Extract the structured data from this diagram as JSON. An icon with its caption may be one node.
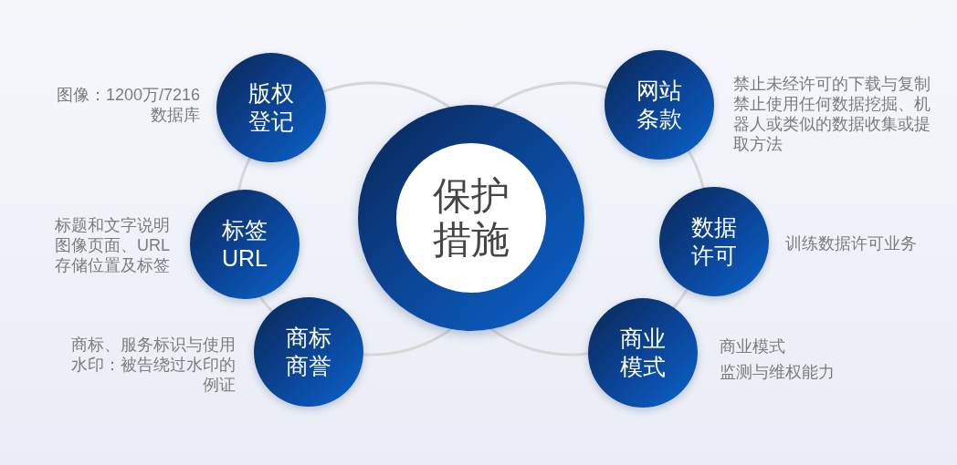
{
  "diagram": {
    "nodes": [
      {
        "text": [
          "保护措施"
        ]
      },
      {
        "text": [
          "版权登记"
        ],
        "beside": [
          "图像：1200万/7216数据库"
        ]
      },
      {
        "text": [
          "标签URL"
        ],
        "beside": [
          "标题和文字说明",
          "图像页面、URL",
          "存储位置及标签"
        ]
      },
      {
        "text": [
          "商标商誉"
        ],
        "beside": [
          "商标、服务标识与使用水印：被告绕过水印的例证"
        ]
      },
      {
        "text": [
          "网站条款"
        ],
        "beside": [
          "禁止未经许可的下载与复制",
          "禁止使用任何数据挖掘、机器人或类似的数据收集或提取方法"
        ]
      },
      {
        "text": [
          "数据许可"
        ],
        "beside": [
          "训练数据许可业务"
        ]
      },
      {
        "text": [
          "商业模式"
        ],
        "beside": [
          "商业模式",
          "监测与维权能力"
        ]
      }
    ],
    "edges": [
      {
        "from": 0,
        "to": 1,
        "arrow": "none"
      },
      {
        "from": 1,
        "to": 2,
        "arrow": "none"
      },
      {
        "from": 2,
        "to": 3,
        "arrow": "none"
      },
      {
        "from": 3,
        "to": 0,
        "arrow": "none"
      },
      {
        "from": 0,
        "to": 4,
        "arrow": "none"
      },
      {
        "from": 4,
        "to": 5,
        "arrow": "none"
      },
      {
        "from": 5,
        "to": 6,
        "arrow": "none"
      },
      {
        "from": 6,
        "to": 0,
        "arrow": "none"
      }
    ]
  }
}
